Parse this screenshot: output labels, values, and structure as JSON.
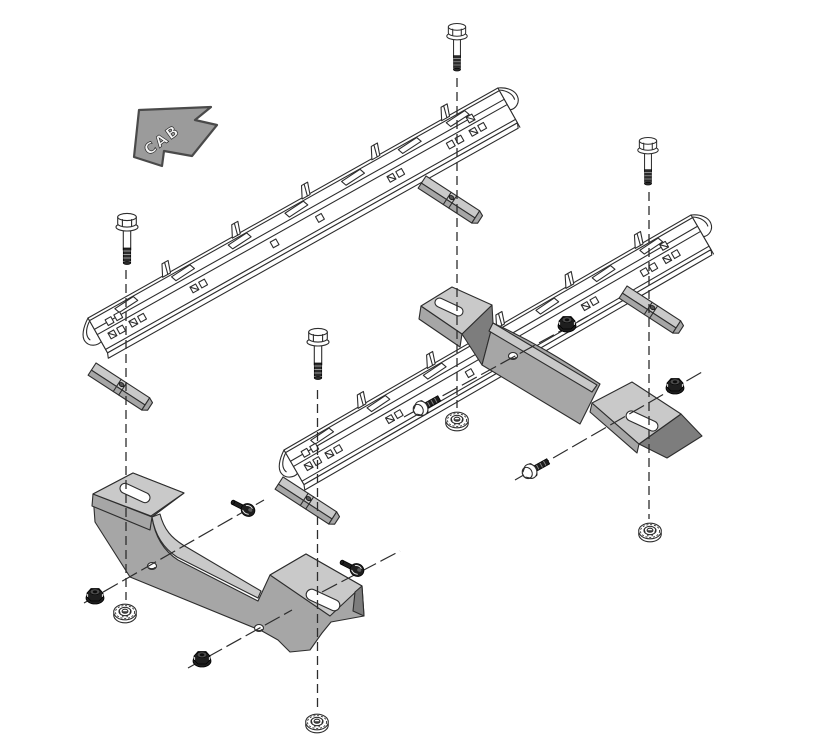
{
  "cab_arrow": {
    "label": "CAB"
  },
  "palette": {
    "background": "#ffffff",
    "line": "#2d2d2d",
    "part_fill": "#ffffff",
    "gray_light": "#c9c9c9",
    "gray_mid": "#a6a6a6",
    "gray_dark": "#7d7d7d",
    "fastener_dark": "#1e1e1e",
    "arrow_fill": "#9b9b9b"
  },
  "parts": {
    "bed_rails": {
      "name": "fifth-wheel-bed-rail",
      "count": 2
    },
    "frame_brackets": {
      "name": "frame-mounting-bracket",
      "count": 2
    },
    "hex_bolts": {
      "name": "hex-bolt",
      "count": 4
    },
    "spacer_blocks": {
      "name": "spacer-block",
      "count": 4
    },
    "serrated_flange_nuts": {
      "name": "serrated-flange-nut",
      "count": 4
    },
    "flange_nuts_dark": {
      "name": "flange-nut",
      "count": 4
    },
    "self_tapping_screws": {
      "name": "self-tapping-screw",
      "count": 2
    },
    "hex_flange_bolts": {
      "name": "hex-flange-bolt",
      "count": 2
    }
  }
}
